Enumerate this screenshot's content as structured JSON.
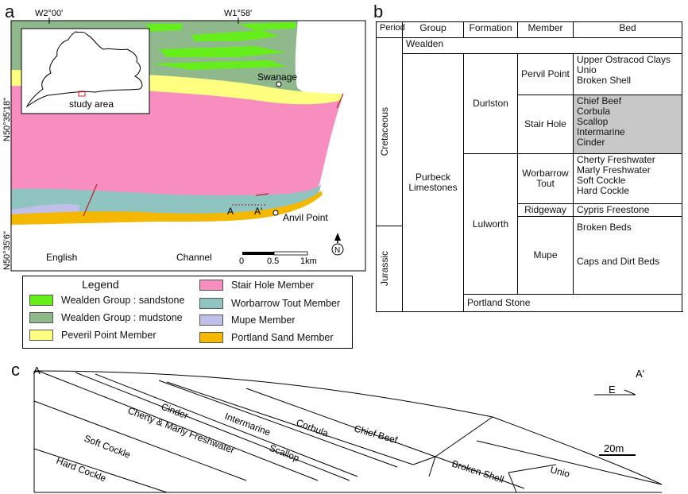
{
  "panels": {
    "a": "a",
    "b": "b",
    "c": "c"
  },
  "map": {
    "lon_left": "W2°00'",
    "lon_right": "W1°58'",
    "lat_top": "N50°35'18\"",
    "lat_bottom": "N50°35'6\"",
    "swanage": "Swanage",
    "anvil_point": "Anvil Point",
    "english": "English",
    "channel": "Channel",
    "section_a": "A",
    "section_a_prime": "A'",
    "scale": {
      "s0": "0",
      "s1": "0.5",
      "s2": "1km"
    },
    "north": "N",
    "inset_label": "study area"
  },
  "legend": {
    "title": "Legend",
    "items": [
      {
        "label": "Wealden Group : sandstone",
        "color": "#66ee1a"
      },
      {
        "label": "Wealden Group : mudstone",
        "color": "#8fb88c"
      },
      {
        "label": "Peveril Point Member",
        "color": "#ffff80"
      },
      {
        "label": "Stair Hole Member",
        "color": "#f78ebf"
      },
      {
        "label": "Worbarrow Tout Member",
        "color": "#8fc4c0"
      },
      {
        "label": "Mupe Member",
        "color": "#c0bfea"
      },
      {
        "label": "Portland Sand Member",
        "color": "#f5b800"
      }
    ]
  },
  "table": {
    "headers": {
      "period": "Period",
      "group": "Group",
      "formation": "Formation",
      "member": "Member",
      "bed": "Bed"
    },
    "wealden": "Wealden",
    "cretaceous": "Cretaceous",
    "jurassic": "Jurassic",
    "purbeck": "Purbeck Limestones",
    "durlston": "Durlston",
    "lulworth": "Lulworth",
    "pervil_point": "Pervil Point",
    "stair_hole": "Stair Hole",
    "worbarrow_tout": "Worbarrow Tout",
    "ridgeway": "Ridgeway",
    "mupe": "Mupe",
    "beds_pervil": [
      "Upper Ostracod Clays",
      "Unio",
      "Broken Shell"
    ],
    "beds_stair": [
      "Chief Beef",
      "Corbula",
      "Scallop",
      "Intermarine",
      "Cinder"
    ],
    "beds_worbarrow": [
      "Cherty Freshwater",
      "Marly Freshwater",
      "Soft Cockle",
      "Hard Cockle"
    ],
    "bed_ridgeway": "Cypris Freestone",
    "bed_mupe_1": "Broken Beds",
    "bed_mupe_2": "Caps and Dirt Beds",
    "portland": "Portland Stone",
    "stair_highlight": "#c8c8c8"
  },
  "section": {
    "a": "A",
    "a_prime": "A'",
    "direction": "E",
    "scale": "20m",
    "beds": {
      "hard_cockle": "Hard Cockle",
      "soft_cockle": "Soft Cockle",
      "cherty_marly": "Cherty & Marly Freshwater",
      "cinder": "Cinder",
      "intermarine": "Intermarine",
      "corbula": "Corbula",
      "scallop": "Scallop",
      "chief_beef": "Chief Beef",
      "broken_shell": "Broken Shell",
      "unio": "Unio"
    }
  }
}
